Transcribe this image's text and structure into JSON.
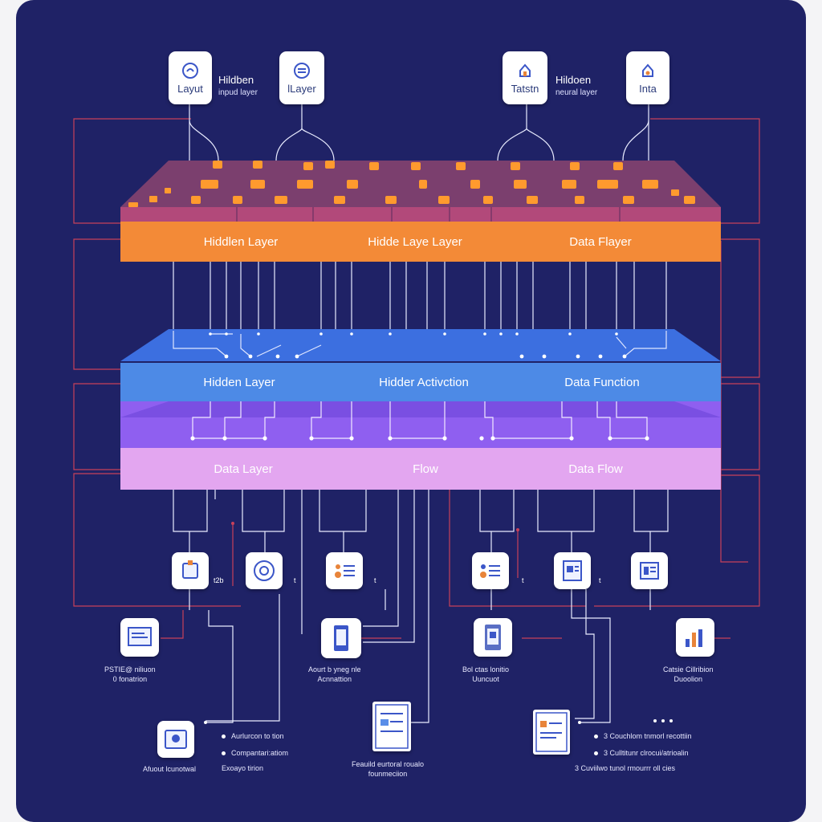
{
  "colors": {
    "background": "#1f2266",
    "orange_layer": "#f38a37",
    "blue_layer": "#4d8ae6",
    "purple_layer": "#8f5ff0",
    "pink_layer": "#e3a6f0",
    "wire_red": "#c8415a",
    "wire_white": "#e9ecff",
    "node_orange": "#ff9a2e"
  },
  "top_cards": [
    {
      "label": "Layut",
      "icon": "gauge-icon"
    },
    {
      "label": "lLayer",
      "icon": "database-icon"
    },
    {
      "label": "Tatstn",
      "icon": "home-network-icon"
    },
    {
      "label": "Inta",
      "icon": "home-network-icon"
    }
  ],
  "top_notes": [
    {
      "title": "Hildben",
      "sub": "inpud layer"
    },
    {
      "title": "Hildoen",
      "sub": "neural layer"
    }
  ],
  "layers": {
    "orange": [
      "Hiddlen Layer",
      "Hidde Laye Layer",
      "Data Flayer"
    ],
    "blue": [
      "Hidden Layer",
      "Hidder Activction",
      "Data Function"
    ],
    "pink": [
      "Data Layer",
      "Flow",
      "Data Flow"
    ]
  },
  "module_icons": [
    {
      "name": "module-1",
      "icon": "box-icon",
      "tag": "t2b"
    },
    {
      "name": "module-2",
      "icon": "eye-icon",
      "tag": "t"
    },
    {
      "name": "module-3",
      "icon": "list-icon",
      "tag": "t"
    },
    {
      "name": "module-4",
      "icon": "list-icon",
      "tag": "t"
    },
    {
      "name": "module-5",
      "icon": "document-icon",
      "tag": "t"
    },
    {
      "name": "module-6",
      "icon": "document-icon",
      "tag": ""
    }
  ],
  "lower_cards": [
    {
      "icon": "document-icon",
      "caption": [
        "PSTIE@ niliuon",
        "0 fonatrion"
      ]
    },
    {
      "icon": "phone-icon",
      "caption": [
        "Aourt b yneg nle",
        "Acnnattion"
      ]
    },
    {
      "icon": "phone-icon",
      "caption": [
        "Bol ctas lonitio",
        "Uuncuot"
      ]
    },
    {
      "icon": "chart-icon",
      "caption": [
        "Catsie Cillribion",
        "Duoolion"
      ]
    }
  ],
  "bottom_left": {
    "caption": "Afuout lcunotwal",
    "legend": [
      "Aurlurcon to tion",
      "Compantari:atiom",
      "Exoayo tirion"
    ]
  },
  "bottom_mid": {
    "caption": [
      "Feauild eurtoral roualo",
      "founmeciion"
    ]
  },
  "bottom_right": {
    "legend": [
      "3 Couchlom tnmorl recottiin",
      "3 Culltitunr clrocui/atrioalin",
      "3 Cuviilwo tunol rmourrr oll cies"
    ]
  }
}
